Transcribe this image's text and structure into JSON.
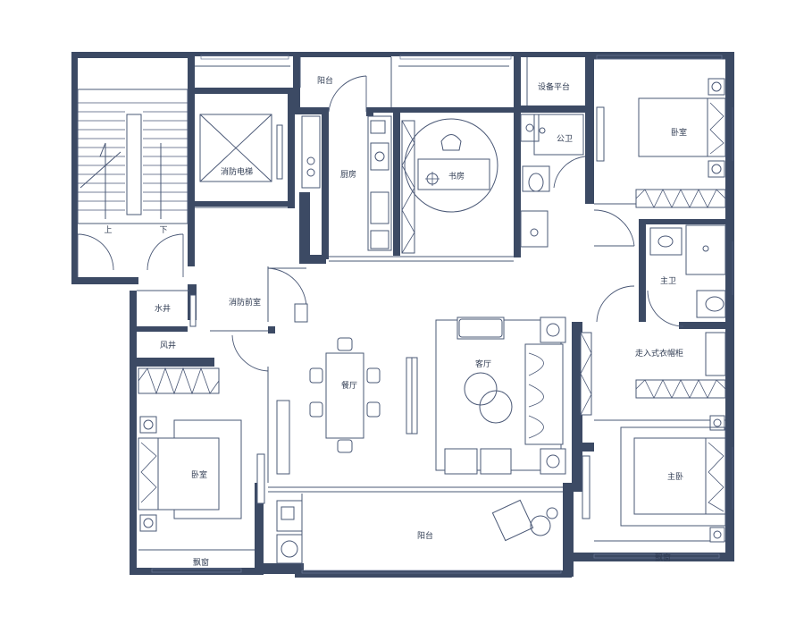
{
  "rooms": {
    "balcony_top": "阳台",
    "equipment_platform": "设备平台",
    "bedroom_ne": "卧室",
    "fire_elevator": "消防电梯",
    "public_bath": "公卫",
    "kitchen": "厨房",
    "study": "书房",
    "stairs_up": "上",
    "stairs_down": "下",
    "master_bath": "主卫",
    "fire_vestibule": "消防前室",
    "water_shaft": "水井",
    "living_room": "客厅",
    "air_shaft": "风井",
    "walk_in_closet": "走入式衣帽柜",
    "dining_room": "餐厅",
    "bedroom_sw": "卧室",
    "master_bedroom": "主卧",
    "balcony_south": "阳台",
    "bay_window_left": "飘窗",
    "bay_window_right": "飘窗"
  },
  "colors": {
    "wall": "#3c4a64",
    "line": "#4a5876",
    "text": "#2f3b52"
  }
}
